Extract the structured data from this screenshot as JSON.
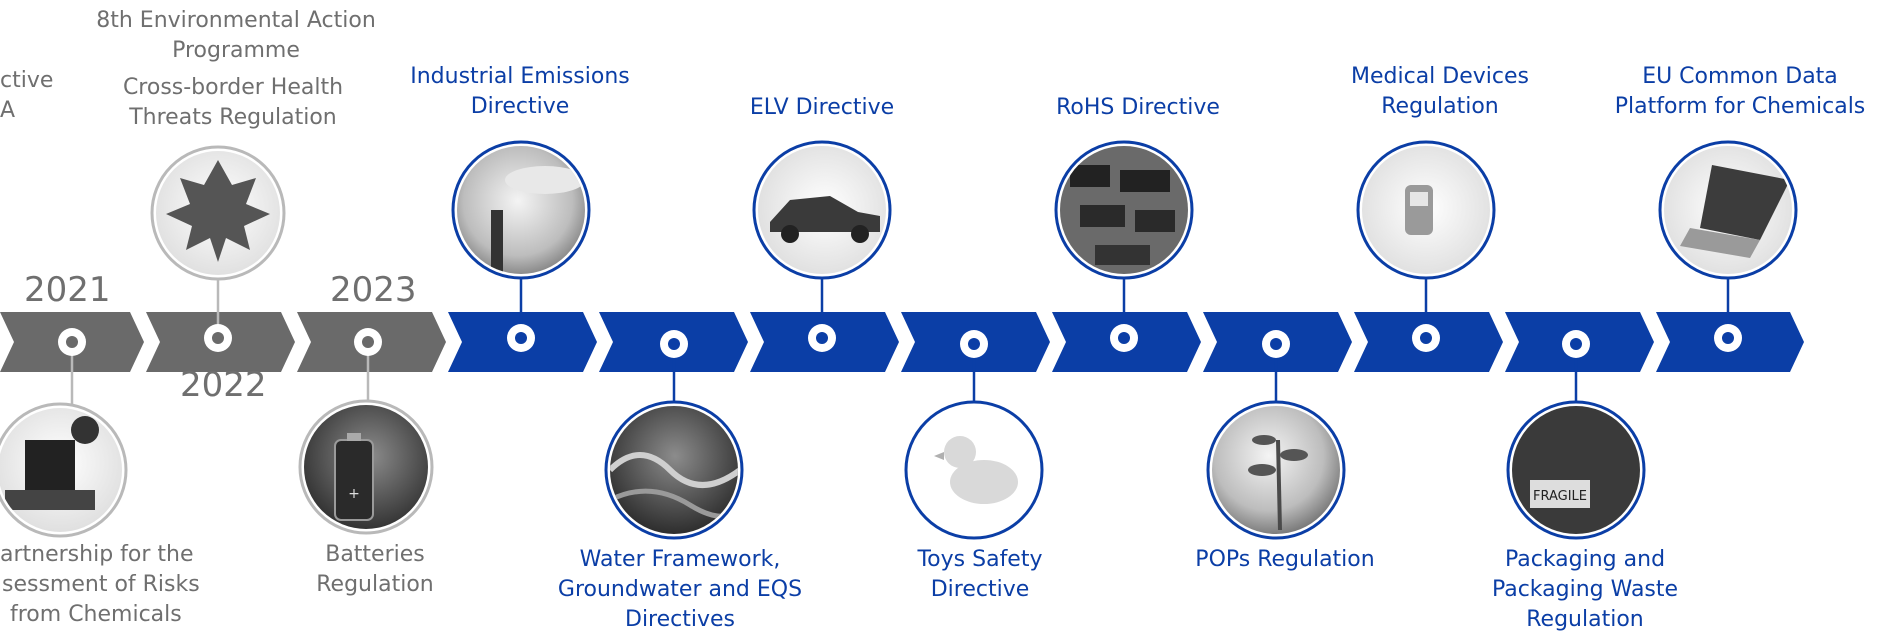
{
  "years": {
    "y2021": "2021",
    "y2022": "2022",
    "y2023": "2023"
  },
  "colors": {
    "blue": "#0b3ea6",
    "gray": "#6a6a6a",
    "text_gray": "#6f6f6f",
    "ring_gray": "#b9b9b9"
  },
  "milestones": [
    {
      "id": "m-partial-top",
      "lines": [
        "ctive",
        "A"
      ],
      "status": "past",
      "position": "above",
      "icon": "cropped-label"
    },
    {
      "id": "m-partnership",
      "lines": [
        "artnership for the",
        "sessment of Risks",
        "from Chemicals"
      ],
      "status": "past",
      "position": "below",
      "icon": "microscope-photo"
    },
    {
      "id": "m-8th-eap",
      "lines": [
        "8th Environmental Action",
        "Programme"
      ],
      "status": "past",
      "position": "above",
      "icon": "none"
    },
    {
      "id": "m-health-threats",
      "lines": [
        "Cross-border Health",
        "Threats Regulation"
      ],
      "status": "past",
      "position": "above",
      "icon": "leaf-photo"
    },
    {
      "id": "m-batteries",
      "lines": [
        "Batteries",
        "Regulation"
      ],
      "status": "past",
      "position": "below",
      "icon": "battery-photo"
    },
    {
      "id": "m-industrial",
      "lines": [
        "Industrial Emissions",
        "Directive"
      ],
      "status": "upcoming",
      "position": "above",
      "icon": "chimney-photo"
    },
    {
      "id": "m-water",
      "lines": [
        "Water Framework,",
        "Groundwater and EQS",
        "Directives"
      ],
      "status": "upcoming",
      "position": "below",
      "icon": "water-photo"
    },
    {
      "id": "m-elv",
      "lines": [
        "ELV Directive"
      ],
      "status": "upcoming",
      "position": "above",
      "icon": "car-photo"
    },
    {
      "id": "m-toys",
      "lines": [
        "Toys Safety",
        "Directive"
      ],
      "status": "upcoming",
      "position": "below",
      "icon": "duck-photo"
    },
    {
      "id": "m-rohs",
      "lines": [
        "RoHS Directive"
      ],
      "status": "upcoming",
      "position": "above",
      "icon": "circuit-photo"
    },
    {
      "id": "m-pops",
      "lines": [
        "POPs Regulation"
      ],
      "status": "upcoming",
      "position": "below",
      "icon": "plant-photo"
    },
    {
      "id": "m-medical",
      "lines": [
        "Medical Devices",
        "Regulation"
      ],
      "status": "upcoming",
      "position": "above",
      "icon": "medical-device-photo"
    },
    {
      "id": "m-packaging",
      "lines": [
        "Packaging and",
        "Packaging Waste",
        "Regulation"
      ],
      "status": "upcoming",
      "position": "below",
      "icon": "box-photo"
    },
    {
      "id": "m-eu-platform",
      "lines": [
        "EU Common Data",
        "Platform for Chemicals"
      ],
      "status": "upcoming",
      "position": "above",
      "icon": "laptop-photo"
    }
  ]
}
